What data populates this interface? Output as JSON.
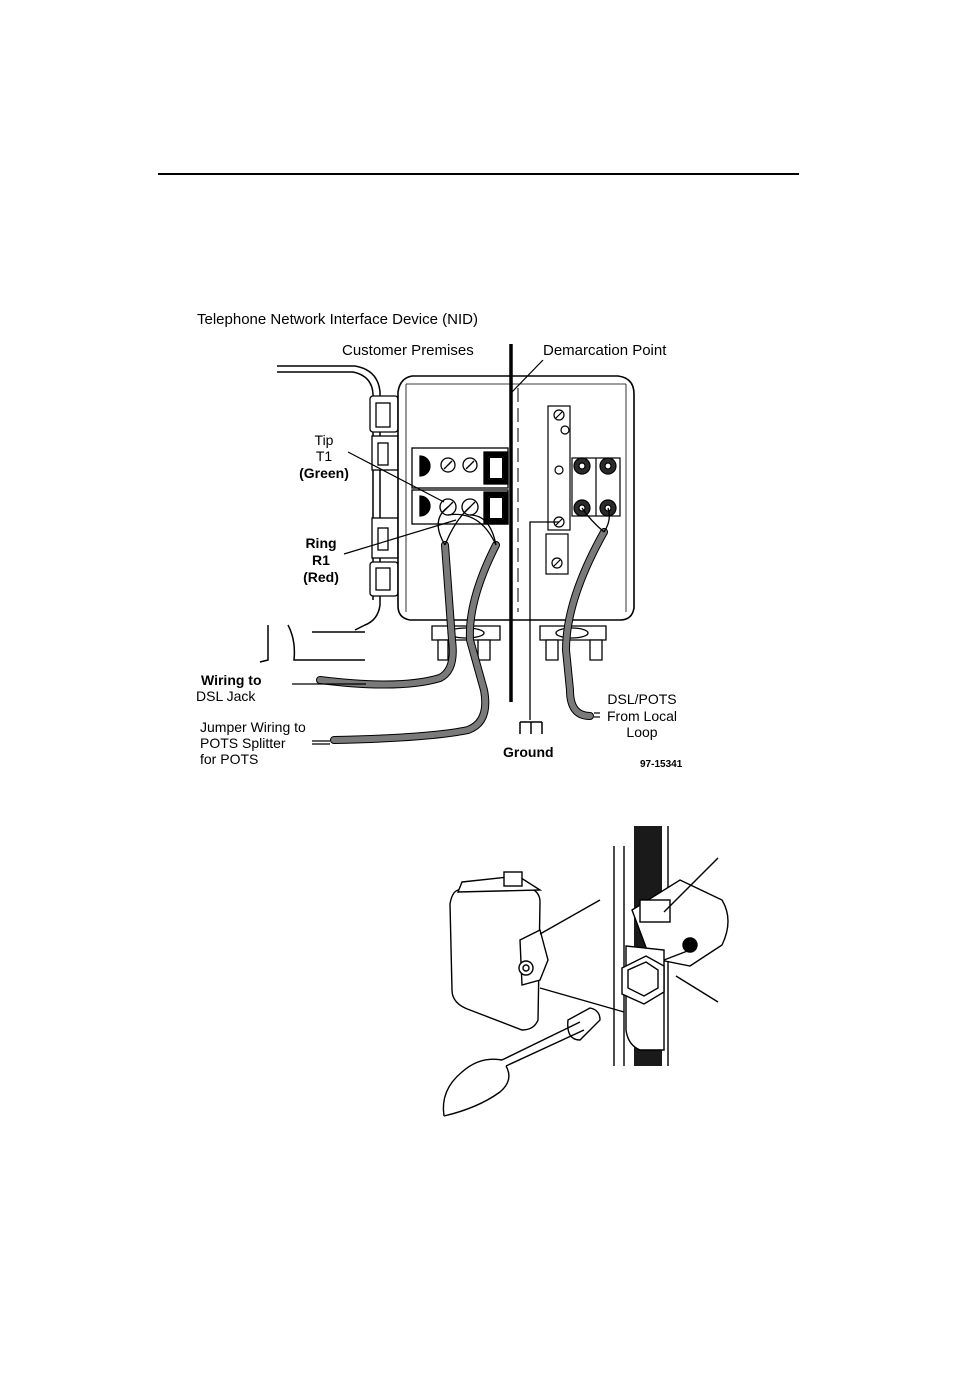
{
  "diagram": {
    "title": "Telephone Network Interface Device (NID)",
    "customer_premises": "Customer Premises",
    "demarcation_point": "Demarcation Point",
    "tip": [
      "Tip",
      "T1",
      "(Green)"
    ],
    "ring": [
      "Ring",
      "R1",
      "(Red)"
    ],
    "wiring_dsl": [
      "Wiring to",
      "DSL Jack"
    ],
    "jumper_wiring": [
      "Jumper Wiring to",
      "POTS Splitter",
      "for POTS"
    ],
    "ground": "Ground",
    "dsl_pots": [
      "DSL/POTS",
      "From Local",
      "Loop"
    ],
    "figure_id": "97-15341"
  },
  "colors": {
    "ink": "#000000",
    "cable": "#7a7a7a",
    "paper": "#ffffff",
    "post": "#2a2a2a"
  }
}
